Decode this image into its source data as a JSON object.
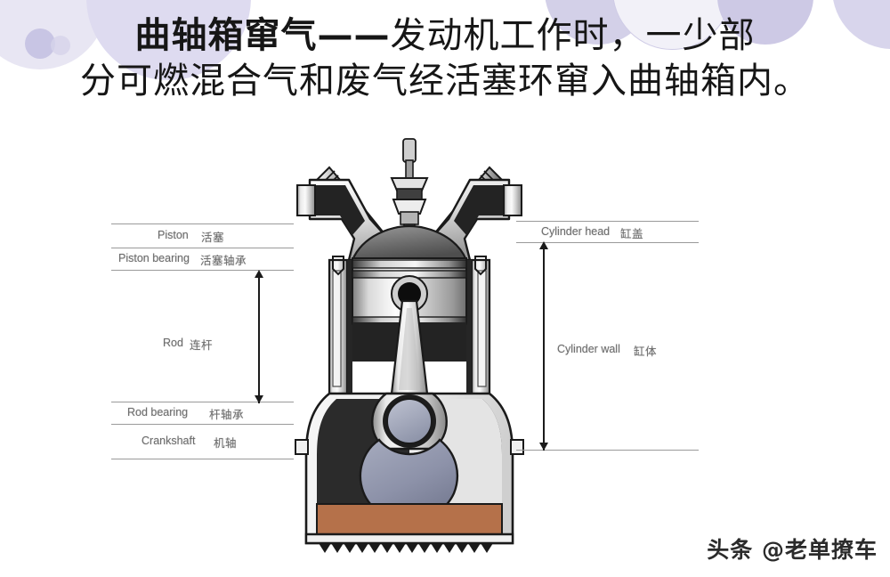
{
  "header": {
    "title_line1_bold": "曲轴箱窜气",
    "title_line1_dash": "——",
    "title_line1_rest": "发动机工作时，一少部",
    "title_line2": "分可燃混合气和废气经活塞环窜入曲轴箱内。",
    "decor_color": "#c9c6e3"
  },
  "diagram": {
    "alt": "engine-cross-section",
    "colors": {
      "outline": "#1a1a1a",
      "metal_light": "#f2f2f2",
      "metal_mid": "#b9b9b9",
      "metal_dark": "#4a4a4a",
      "cavity_black": "#2a2a2a",
      "counterweight": "#8f94ab",
      "oil": "#b5714a",
      "piston_face": "#6e6e6e"
    }
  },
  "labels_left": [
    {
      "en": "Piston",
      "cn": "活塞"
    },
    {
      "en": "Piston bearing",
      "cn": "活塞轴承"
    },
    {
      "en": "Rod",
      "cn": "连杆"
    },
    {
      "en": "Rod bearing",
      "cn": "杆轴承"
    },
    {
      "en": "Crankshaft",
      "cn": "机轴"
    }
  ],
  "labels_right": [
    {
      "en": "Cylinder head",
      "cn": "缸盖"
    },
    {
      "en": "Cylinder wall",
      "cn": "缸体"
    }
  ],
  "watermark": {
    "text": "头条 @老单撩车"
  }
}
